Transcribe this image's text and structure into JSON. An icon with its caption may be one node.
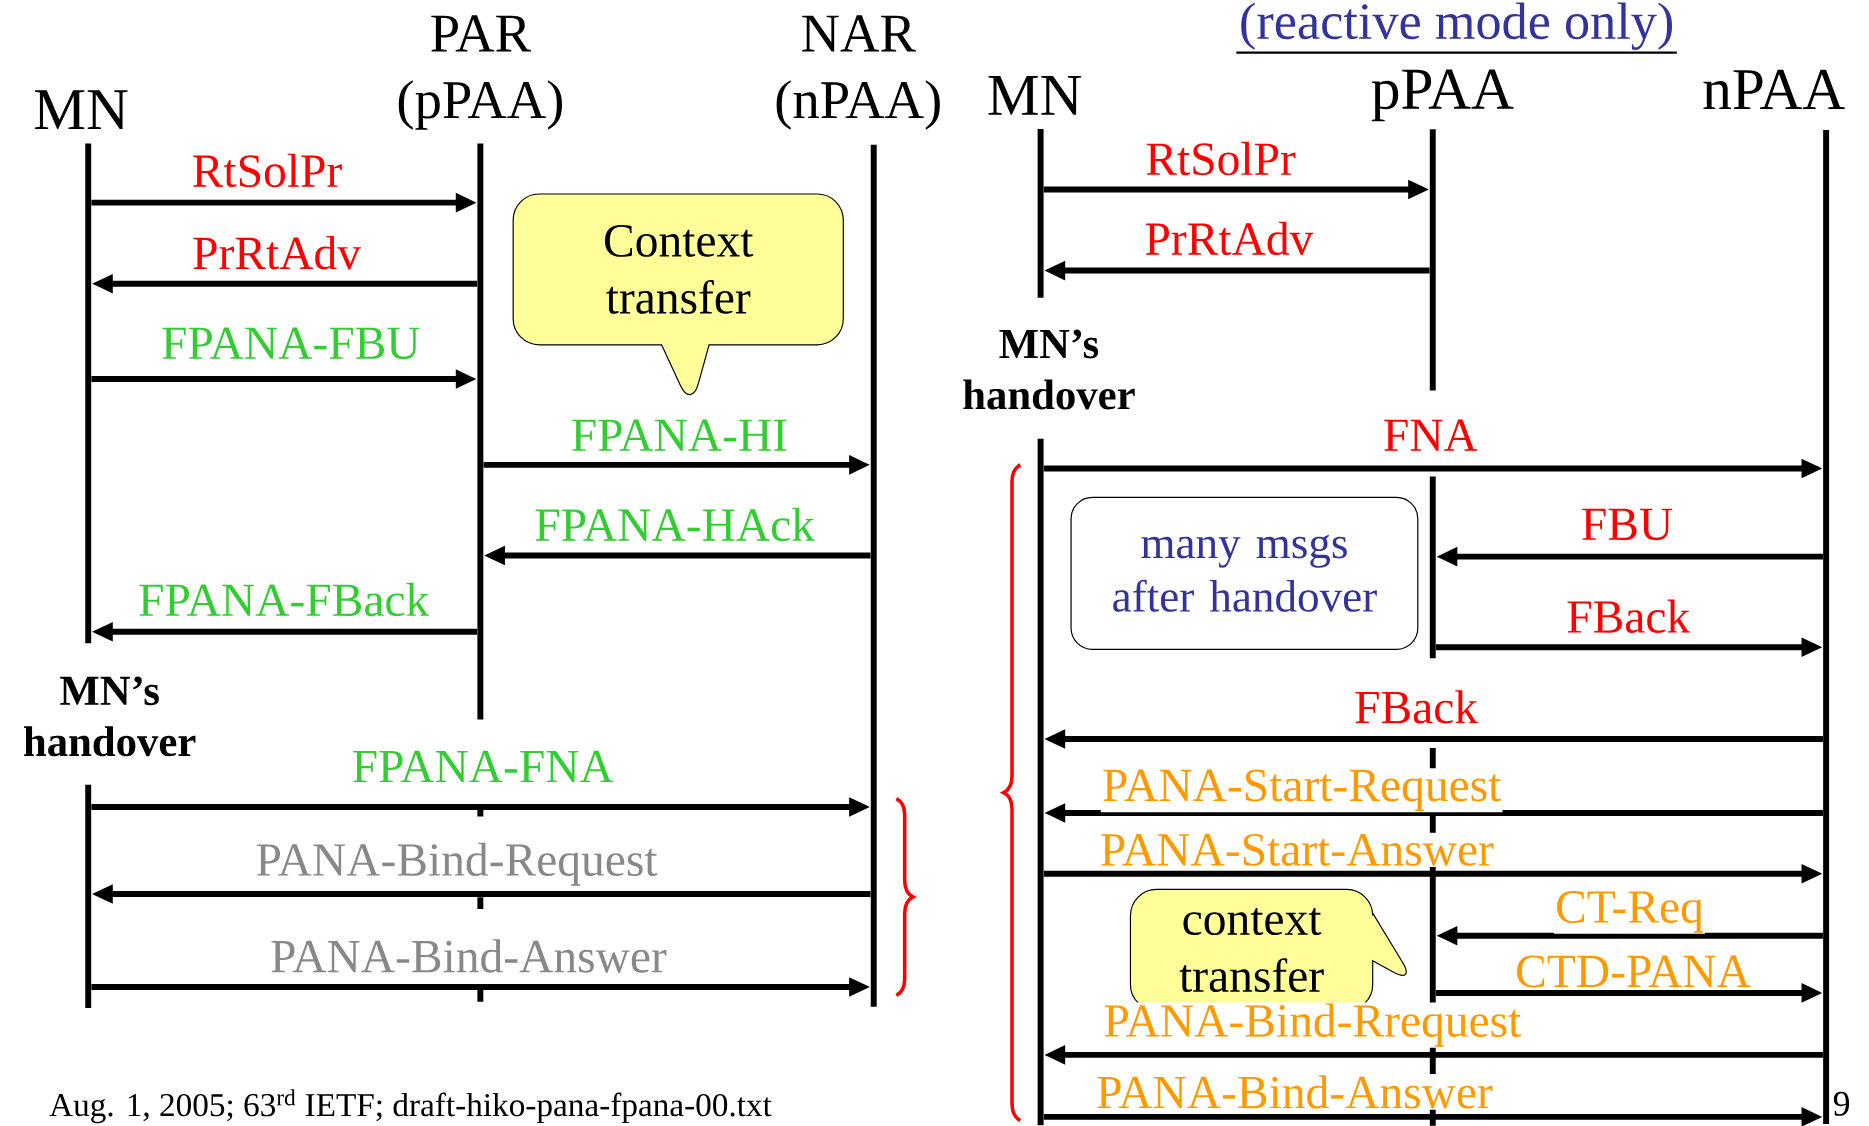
{
  "diagram": {
    "title": "(reactive mode only)",
    "nodes": [
      {
        "text": [
          "MN"
        ]
      },
      {
        "text": [
          "PAR",
          "(pPAA)"
        ]
      },
      {
        "text": [
          "NAR",
          "(nPAA)"
        ]
      },
      {
        "text": [
          "Context transfer"
        ]
      },
      {
        "text": [],
        "shape": "bar"
      },
      {
        "text": [
          "MN"
        ]
      },
      {
        "text": [
          "pPAA"
        ]
      },
      {
        "text": [
          "nPAA"
        ]
      },
      {
        "text": [],
        "shape": "bar"
      },
      {
        "text": [],
        "shape": "bar"
      },
      {
        "text": [
          "many msgs after handover"
        ]
      },
      {
        "text": [],
        "shape": "bar"
      },
      {
        "text": [
          "context transfer"
        ]
      }
    ],
    "edges": [
      {
        "from": 0,
        "to": 1,
        "arrow": "to",
        "label": "RtSolPr"
      },
      {
        "from": 1,
        "to": 0,
        "arrow": "to",
        "label": "PrRtAdv"
      },
      {
        "from": 0,
        "to": 1,
        "arrow": "to",
        "label": "FPANA-FBU"
      },
      {
        "from": 1,
        "to": 2,
        "arrow": "to",
        "label": "FPANA-HI"
      },
      {
        "from": 2,
        "to": 1,
        "arrow": "to",
        "label": "FPANA-HAck"
      },
      {
        "from": 1,
        "to": 0,
        "arrow": "to",
        "label": "FPANA-FBack"
      },
      {
        "from": 4,
        "to": 2,
        "arrow": "to",
        "label": "FPANA-FNA"
      },
      {
        "from": 2,
        "to": 4,
        "arrow": "to",
        "label": "PANA-Bind-Request"
      },
      {
        "from": 4,
        "to": 2,
        "arrow": "to",
        "label": "PANA-Bind-Answer"
      },
      {
        "from": 5,
        "to": 6,
        "arrow": "to",
        "label": "RtSolPr"
      },
      {
        "from": 6,
        "to": 5,
        "arrow": "to",
        "label": "PrRtAdv"
      },
      {
        "from": 8,
        "to": 7,
        "arrow": "to",
        "label": "FNA"
      },
      {
        "from": 7,
        "to": 9,
        "arrow": "to",
        "label": "FBU"
      },
      {
        "from": 9,
        "to": 7,
        "arrow": "to",
        "label": "FBack"
      },
      {
        "from": 7,
        "to": 8,
        "arrow": "to",
        "label": "FBack"
      },
      {
        "from": 7,
        "to": 8,
        "arrow": "to",
        "label": "PANA-Start-Request"
      },
      {
        "from": 8,
        "to": 7,
        "arrow": "to",
        "label": "PANA-Start-Answer"
      },
      {
        "from": 7,
        "to": 11,
        "arrow": "to",
        "label": "CT-Req"
      },
      {
        "from": 11,
        "to": 7,
        "arrow": "to",
        "label": "CTD-PANA"
      },
      {
        "from": 7,
        "to": 8,
        "arrow": "to",
        "label": "PANA-Bind-Rrequest"
      },
      {
        "from": 8,
        "to": 7,
        "arrow": "to",
        "label": "PANA-Bind-Answer"
      }
    ],
    "labels": [
      "MN’s handover",
      "MN’s handover",
      "Aug. 1, 2005; 63$^{rd}$ IETF; draft-hiko-pana-fpana-00.txt",
      "9"
    ]
  }
}
